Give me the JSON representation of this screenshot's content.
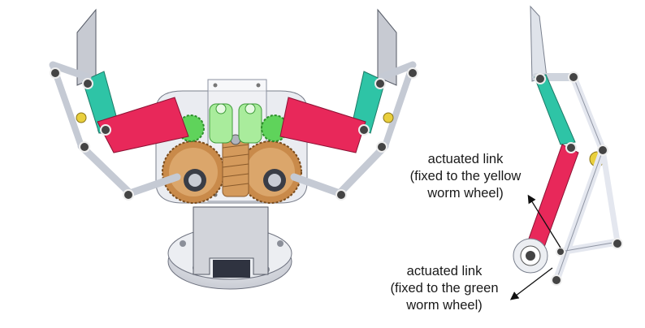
{
  "annotations": {
    "upper": {
      "line1": "actuated link",
      "line2": "(fixed to the yellow",
      "line3": "worm wheel)"
    },
    "lower": {
      "line1": "actuated link",
      "line2": "(fixed to the green",
      "line3": "worm wheel)"
    }
  },
  "colors": {
    "actuated_link_red": "#e8285a",
    "bracket_teal": "#2ec4a6",
    "worm_wheel_yellow": "#e9cf3d",
    "worm_wheel_green": "#5fd35b",
    "gear_bronze": "#c98a4a",
    "metal_gray": "#cdd0d8",
    "link_light": "#e4e7ef"
  }
}
